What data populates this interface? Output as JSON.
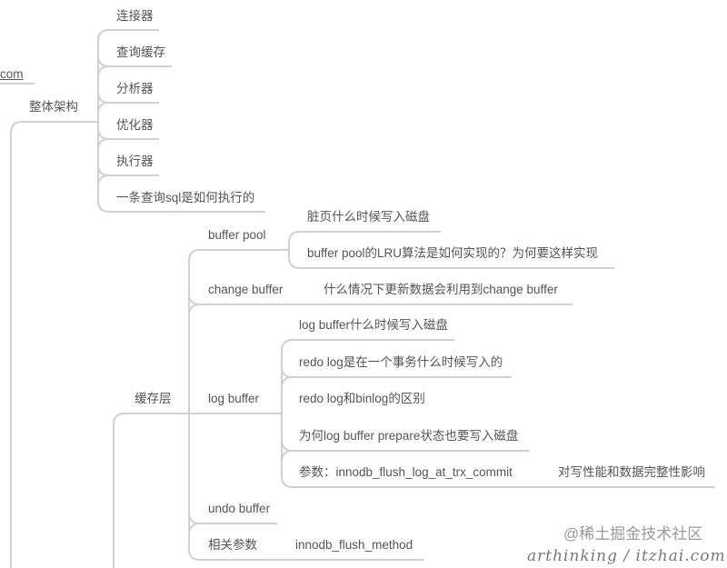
{
  "root_fragment": "com",
  "architecture": {
    "label": "整体架构",
    "children": [
      "连接器",
      "查询缓存",
      "分析器",
      "优化器",
      "执行器",
      "一条查询sql是如何执行的"
    ]
  },
  "cache_layer": {
    "label": "缓存层",
    "buffer_pool": {
      "label": "buffer pool",
      "children": [
        "脏页什么时候写入磁盘",
        "buffer pool的LRU算法是如何实现的？为何要这样实现"
      ]
    },
    "change_buffer": {
      "label": "change buffer",
      "children": [
        "什么情况下更新数据会利用到change buffer"
      ]
    },
    "log_buffer": {
      "label": "log buffer",
      "children": [
        "log buffer什么时候写入磁盘",
        "redo log是在一个事务什么时候写入的",
        "redo log和binlog的区别",
        "为何log buffer prepare状态也要写入磁盘",
        "参数：innodb_flush_log_at_trx_commit"
      ],
      "param_child": "对写性能和数据完整性影响"
    },
    "undo_buffer": {
      "label": "undo buffer"
    },
    "related_params": {
      "label": "相关参数",
      "children": [
        "innodb_flush_method"
      ]
    }
  },
  "watermark": {
    "platform": "@稀土掘金技术社区",
    "author": "arthinking / itzhai.com"
  },
  "colors": {
    "line": "#cfcfcf",
    "text": "#555555"
  }
}
